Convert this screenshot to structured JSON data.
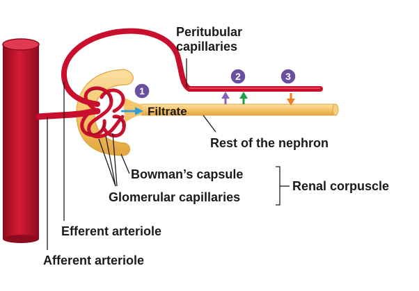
{
  "labels": {
    "peritubular_line1": "Peritubular",
    "peritubular_line2": "capillaries",
    "filtrate": "Filtrate",
    "rest_of_nephron": "Rest of the nephron",
    "bowmans_capsule": "Bowman’s capsule",
    "glomerular_capillaries": "Glomerular capillaries",
    "renal_corpuscle": "Renal corpuscle",
    "efferent_arteriole": "Efferent arteriole",
    "afferent_arteriole": "Afferent arteriole"
  },
  "steps": [
    {
      "number": "1",
      "color": "#6a4fa0"
    },
    {
      "number": "2",
      "color": "#6a4fa0"
    },
    {
      "number": "3",
      "color": "#6a4fa0"
    }
  ],
  "arrows": {
    "filtration_color": "#2f9fd8",
    "reabsorption_color_a": "#8b5fc0",
    "reabsorption_color_b": "#21a04a",
    "secretion_color": "#f07d1e"
  },
  "colors": {
    "vessel": "#c8102e",
    "vessel_dark": "#8e0b1f",
    "tubule": "#f7c56b",
    "tubule_dark": "#e0a53e",
    "leader": "#1a1a1a"
  }
}
